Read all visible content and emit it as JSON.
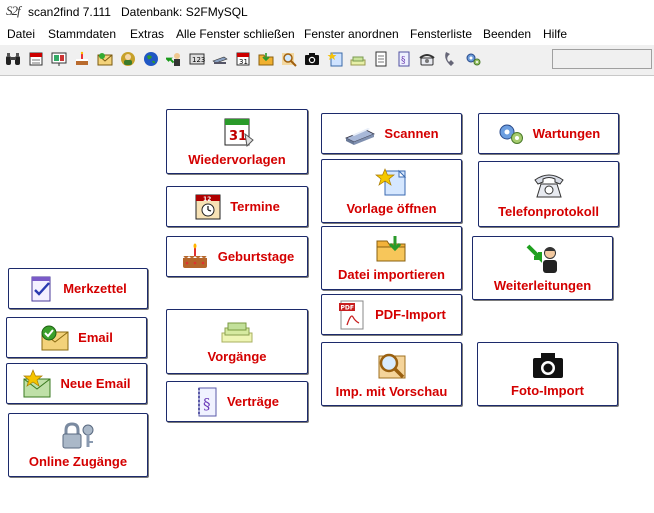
{
  "title": {
    "logo": "S2f",
    "app": "scan2find  7.111",
    "db": "Datenbank: S2FMySQL"
  },
  "menu": [
    "Datei",
    "Stammdaten",
    "Extras",
    "Alle Fenster schließen",
    "Fenster anordnen",
    "Fensterliste",
    "Beenden",
    "Hilfe"
  ],
  "toolbar": {
    "icons": [
      "binoculars-icon",
      "calendar-icon",
      "presentation-icon",
      "cake-icon",
      "email-icon",
      "contacts-icon",
      "globe-icon",
      "forward-icon",
      "phone-list-icon",
      "scanner-icon",
      "calendar-31-icon",
      "folder-import-icon",
      "magnifier-icon",
      "camera-icon",
      "open-template-icon",
      "stack-icon",
      "notepad-icon",
      "contract-icon",
      "telephone-icon",
      "telephone-gray-icon",
      "gears-icon"
    ]
  },
  "tiles": {
    "wiedervorlagen": "Wiedervorlagen",
    "termine": "Termine",
    "geburtstage": "Geburtstage",
    "merkzettel": "Merkzettel",
    "email": "Email",
    "neue_email": "Neue Email",
    "online_zugaenge": "Online Zugänge",
    "vorgaenge": "Vorgänge",
    "vertraege": "Verträge",
    "scannen": "Scannen",
    "vorlage_oeffnen": "Vorlage öffnen",
    "datei_importieren": "Datei importieren",
    "pdf_import": "PDF-Import",
    "imp_vorschau": "Imp. mit Vorschau",
    "wartungen": "Wartungen",
    "telefonprotokoll": "Telefonprotokoll",
    "weiterleitungen": "Weiterleitungen",
    "foto_import": "Foto-Import",
    "pdf_badge": "PDF",
    "calendar_day": "31"
  },
  "colors": {
    "label": "#d40000",
    "tile_border": "#1c2a6b",
    "toolbar_bg": "#f0f0f0"
  }
}
